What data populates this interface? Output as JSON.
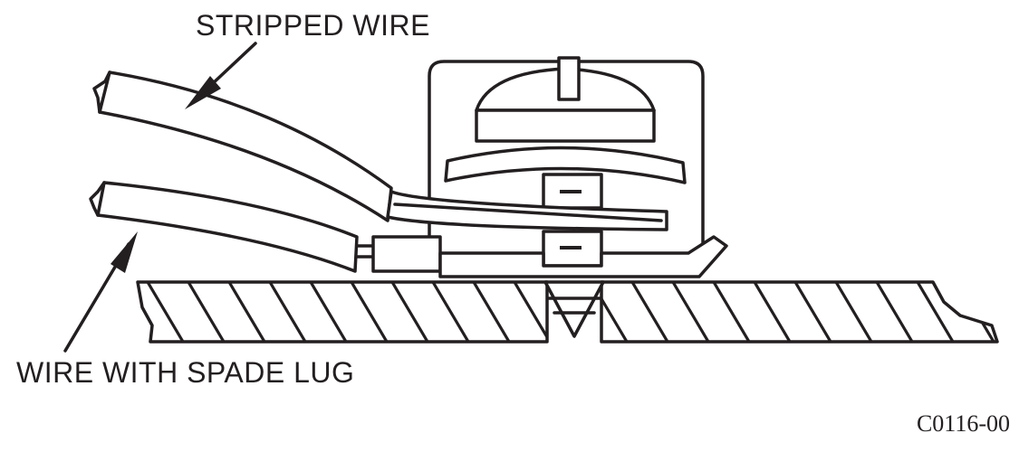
{
  "labels": {
    "stripped_wire": "STRIPPED WIRE",
    "wire_with_spade_lug": "WIRE WITH SPADE LUG"
  },
  "figure_id": "C0116-00",
  "colors": {
    "ink": "#231f20",
    "background": "#ffffff"
  }
}
